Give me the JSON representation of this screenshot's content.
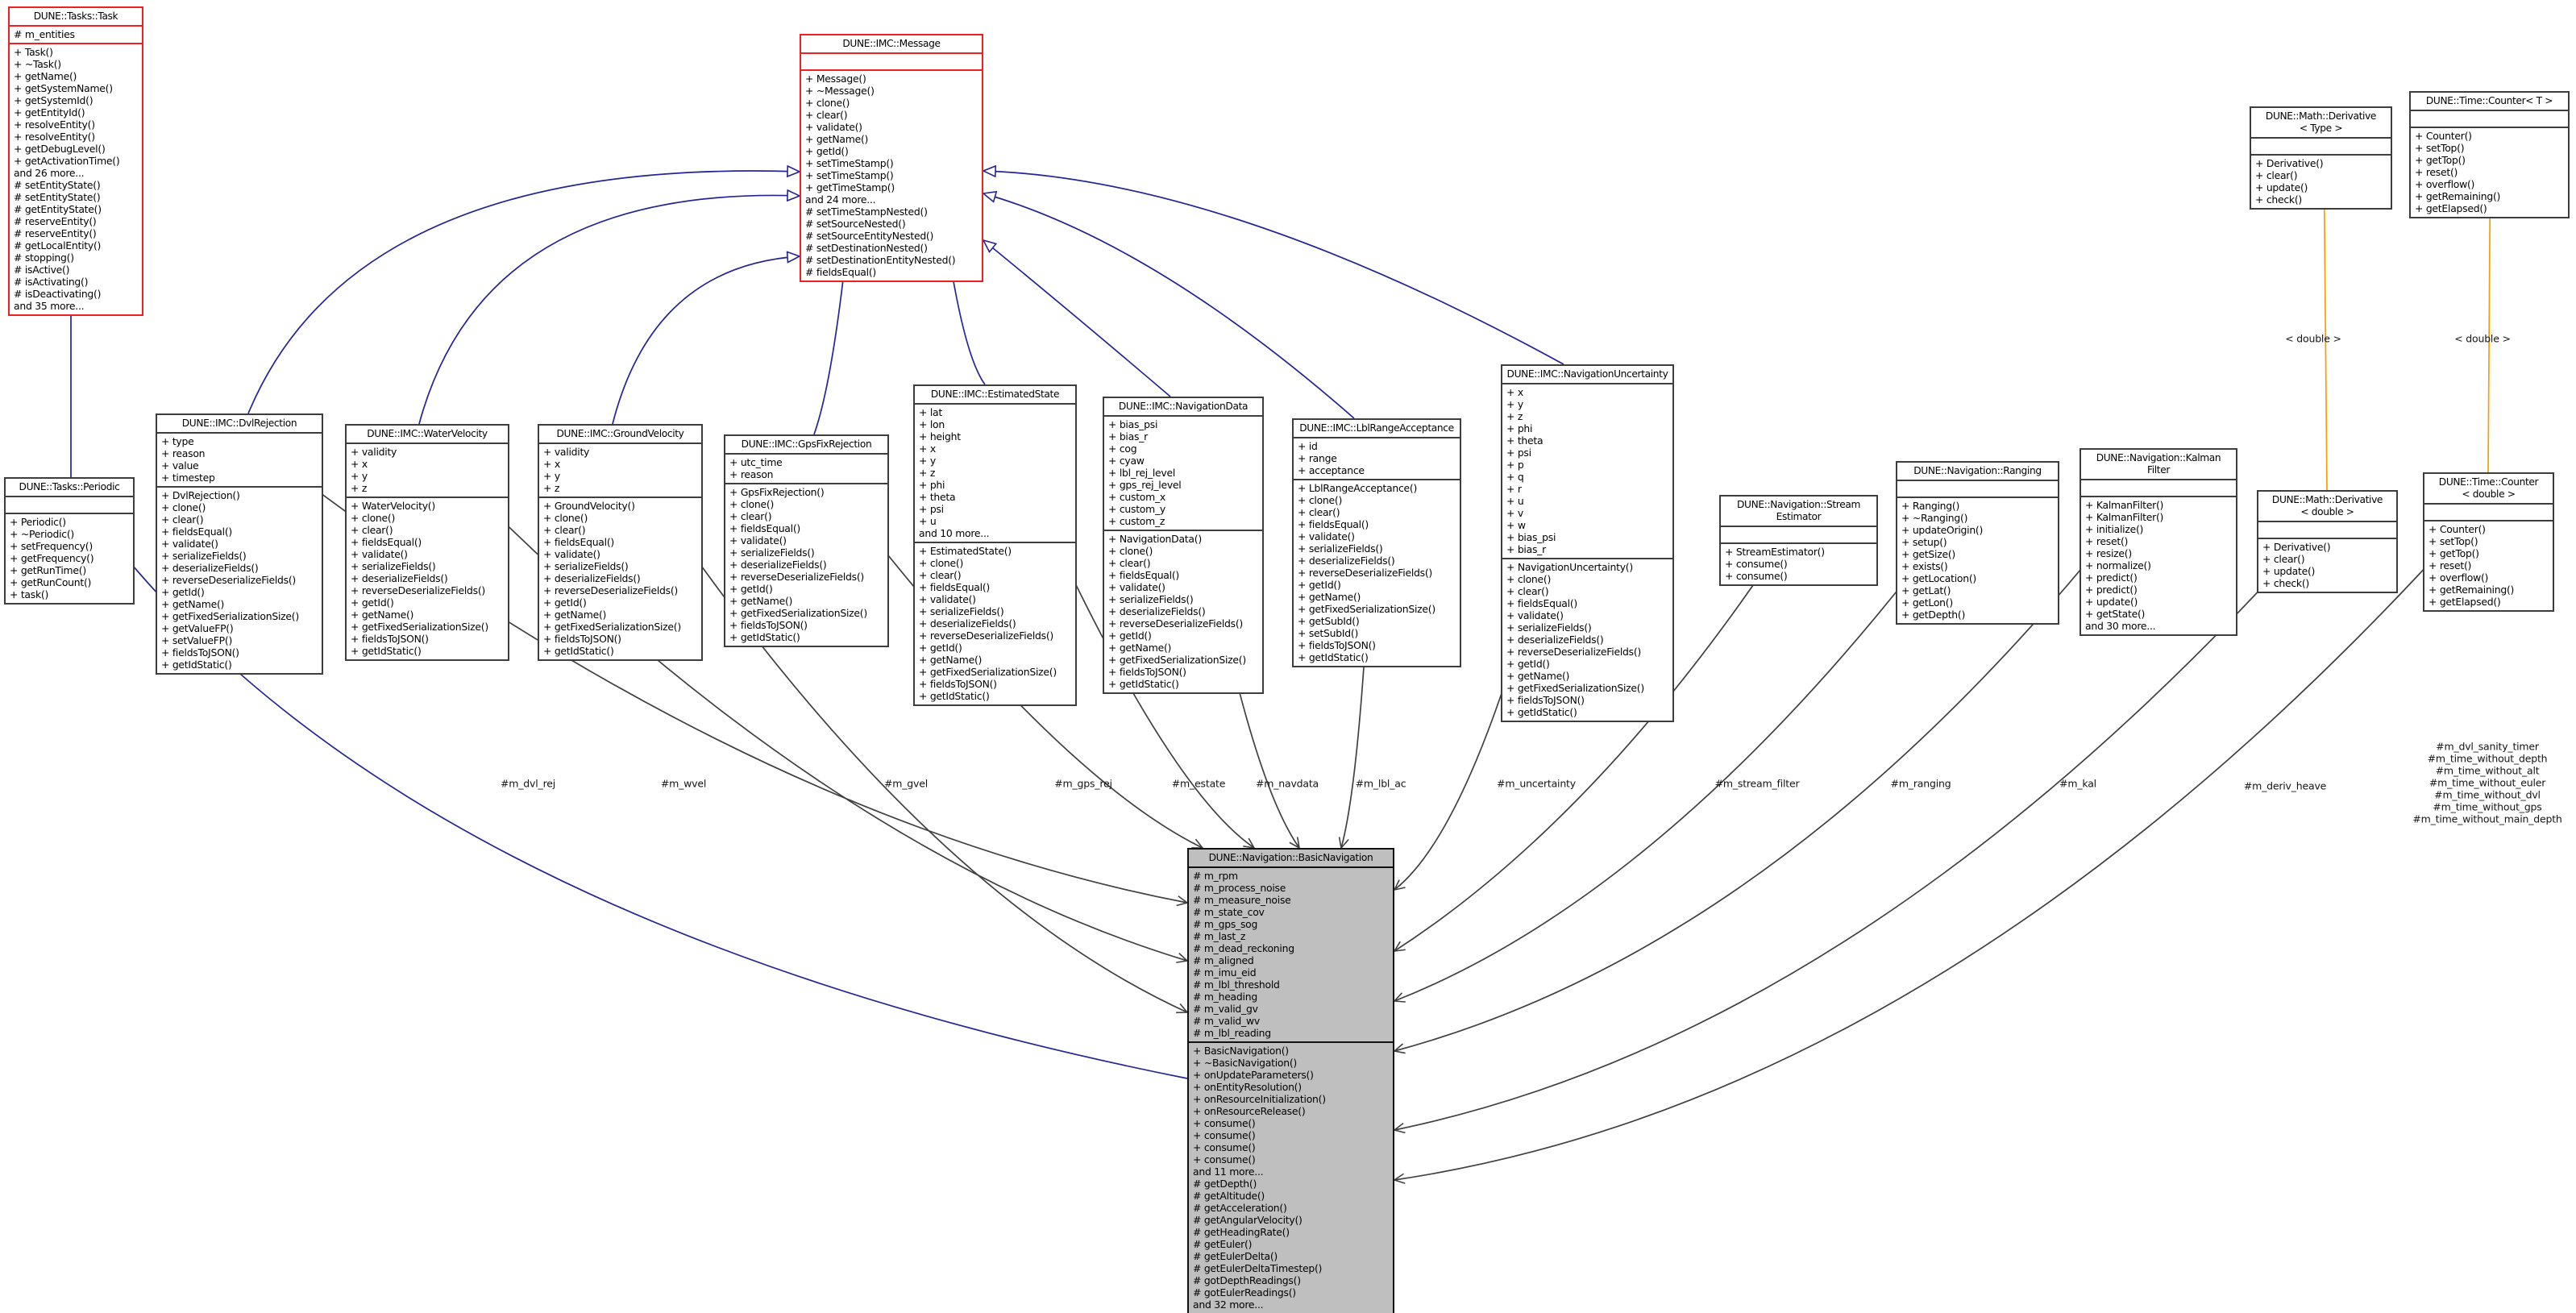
{
  "diagram": {
    "title": "DUNE::Navigation::BasicNavigation collaboration diagram",
    "colors": {
      "inheritance": "#242496",
      "usage": "#404040",
      "template": "#f5a000",
      "truncated_border": "#ee2020",
      "node_border": "#3d3d3d",
      "main_fill": "#bfbfbf",
      "main_border": "#111111"
    }
  },
  "classes": [
    {
      "id": "task",
      "variant": "red",
      "title_lines": [
        "DUNE::Tasks::Task"
      ],
      "attrs": [
        "# m_entities"
      ],
      "methods": [
        "+ Task()",
        "+ ~Task()",
        "+ getName()",
        "+ getSystemName()",
        "+ getSystemId()",
        "+ getEntityId()",
        "+ resolveEntity()",
        "+ resolveEntity()",
        "+ getDebugLevel()",
        "+ getActivationTime()",
        "and 26 more...",
        "# setEntityState()",
        "# setEntityState()",
        "# getEntityState()",
        "# reserveEntity()",
        "# reserveEntity()",
        "# getLocalEntity()",
        "# stopping()",
        "# isActive()",
        "# isActivating()",
        "# isDeactivating()",
        "and 35 more..."
      ]
    },
    {
      "id": "periodic",
      "variant": "normal",
      "title_lines": [
        "DUNE::Tasks::Periodic"
      ],
      "attrs": [],
      "methods": [
        "+ Periodic()",
        "+ ~Periodic()",
        "+ setFrequency()",
        "+ getFrequency()",
        "+ getRunTime()",
        "+ getRunCount()",
        "+ task()"
      ]
    },
    {
      "id": "message",
      "variant": "red",
      "title_lines": [
        "DUNE::IMC::Message"
      ],
      "attrs": [],
      "methods": [
        "+ Message()",
        "+ ~Message()",
        "+ clone()",
        "+ clear()",
        "+ validate()",
        "+ getName()",
        "+ getId()",
        "+ setTimeStamp()",
        "+ setTimeStamp()",
        "+ getTimeStamp()",
        "and 24 more...",
        "# setTimeStampNested()",
        "# setSourceNested()",
        "# setSourceEntityNested()",
        "# setDestinationNested()",
        "# setDestinationEntityNested()",
        "# fieldsEqual()"
      ]
    },
    {
      "id": "dvl_rejection",
      "variant": "normal",
      "title_lines": [
        "DUNE::IMC::DvlRejection"
      ],
      "attrs": [
        "+ type",
        "+ reason",
        "+ value",
        "+ timestep"
      ],
      "methods": [
        "+ DvlRejection()",
        "+ clone()",
        "+ clear()",
        "+ fieldsEqual()",
        "+ validate()",
        "+ serializeFields()",
        "+ deserializeFields()",
        "+ reverseDeserializeFields()",
        "+ getId()",
        "+ getName()",
        "+ getFixedSerializationSize()",
        "+ getValueFP()",
        "+ setValueFP()",
        "+ fieldsToJSON()",
        "+ getIdStatic()"
      ]
    },
    {
      "id": "water_velocity",
      "variant": "normal",
      "title_lines": [
        "DUNE::IMC::WaterVelocity"
      ],
      "attrs": [
        "+ validity",
        "+ x",
        "+ y",
        "+ z"
      ],
      "methods": [
        "+ WaterVelocity()",
        "+ clone()",
        "+ clear()",
        "+ fieldsEqual()",
        "+ validate()",
        "+ serializeFields()",
        "+ deserializeFields()",
        "+ reverseDeserializeFields()",
        "+ getId()",
        "+ getName()",
        "+ getFixedSerializationSize()",
        "+ fieldsToJSON()",
        "+ getIdStatic()"
      ]
    },
    {
      "id": "ground_velocity",
      "variant": "normal",
      "title_lines": [
        "DUNE::IMC::GroundVelocity"
      ],
      "attrs": [
        "+ validity",
        "+ x",
        "+ y",
        "+ z"
      ],
      "methods": [
        "+ GroundVelocity()",
        "+ clone()",
        "+ clear()",
        "+ fieldsEqual()",
        "+ validate()",
        "+ serializeFields()",
        "+ deserializeFields()",
        "+ reverseDeserializeFields()",
        "+ getId()",
        "+ getName()",
        "+ getFixedSerializationSize()",
        "+ fieldsToJSON()",
        "+ getIdStatic()"
      ]
    },
    {
      "id": "gps_fix_rejection",
      "variant": "normal",
      "title_lines": [
        "DUNE::IMC::GpsFixRejection"
      ],
      "attrs": [
        "+ utc_time",
        "+ reason"
      ],
      "methods": [
        "+ GpsFixRejection()",
        "+ clone()",
        "+ clear()",
        "+ fieldsEqual()",
        "+ validate()",
        "+ serializeFields()",
        "+ deserializeFields()",
        "+ reverseDeserializeFields()",
        "+ getId()",
        "+ getName()",
        "+ getFixedSerializationSize()",
        "+ fieldsToJSON()",
        "+ getIdStatic()"
      ]
    },
    {
      "id": "estimated_state",
      "variant": "normal",
      "title_lines": [
        "DUNE::IMC::EstimatedState"
      ],
      "attrs": [
        "+ lat",
        "+ lon",
        "+ height",
        "+ x",
        "+ y",
        "+ z",
        "+ phi",
        "+ theta",
        "+ psi",
        "+ u",
        "and 10 more..."
      ],
      "methods": [
        "+ EstimatedState()",
        "+ clone()",
        "+ clear()",
        "+ fieldsEqual()",
        "+ validate()",
        "+ serializeFields()",
        "+ deserializeFields()",
        "+ reverseDeserializeFields()",
        "+ getId()",
        "+ getName()",
        "+ getFixedSerializationSize()",
        "+ fieldsToJSON()",
        "+ getIdStatic()"
      ]
    },
    {
      "id": "navigation_data",
      "variant": "normal",
      "title_lines": [
        "DUNE::IMC::NavigationData"
      ],
      "attrs": [
        "+ bias_psi",
        "+ bias_r",
        "+ cog",
        "+ cyaw",
        "+ lbl_rej_level",
        "+ gps_rej_level",
        "+ custom_x",
        "+ custom_y",
        "+ custom_z"
      ],
      "methods": [
        "+ NavigationData()",
        "+ clone()",
        "+ clear()",
        "+ fieldsEqual()",
        "+ validate()",
        "+ serializeFields()",
        "+ deserializeFields()",
        "+ reverseDeserializeFields()",
        "+ getId()",
        "+ getName()",
        "+ getFixedSerializationSize()",
        "+ fieldsToJSON()",
        "+ getIdStatic()"
      ]
    },
    {
      "id": "lbl_range_acceptance",
      "variant": "normal",
      "title_lines": [
        "DUNE::IMC::LblRangeAcceptance"
      ],
      "attrs": [
        "+ id",
        "+ range",
        "+ acceptance"
      ],
      "methods": [
        "+ LblRangeAcceptance()",
        "+ clone()",
        "+ clear()",
        "+ fieldsEqual()",
        "+ validate()",
        "+ serializeFields()",
        "+ deserializeFields()",
        "+ reverseDeserializeFields()",
        "+ getId()",
        "+ getName()",
        "+ getFixedSerializationSize()",
        "+ getSubId()",
        "+ setSubId()",
        "+ fieldsToJSON()",
        "+ getIdStatic()"
      ]
    },
    {
      "id": "navigation_uncertainty",
      "variant": "normal",
      "title_lines": [
        "DUNE::IMC::NavigationUncertainty"
      ],
      "attrs": [
        "+ x",
        "+ y",
        "+ z",
        "+ phi",
        "+ theta",
        "+ psi",
        "+ p",
        "+ q",
        "+ r",
        "+ u",
        "+ v",
        "+ w",
        "+ bias_psi",
        "+ bias_r"
      ],
      "methods": [
        "+ NavigationUncertainty()",
        "+ clone()",
        "+ clear()",
        "+ fieldsEqual()",
        "+ validate()",
        "+ serializeFields()",
        "+ deserializeFields()",
        "+ reverseDeserializeFields()",
        "+ getId()",
        "+ getName()",
        "+ getFixedSerializationSize()",
        "+ fieldsToJSON()",
        "+ getIdStatic()"
      ]
    },
    {
      "id": "stream_estimator",
      "variant": "normal",
      "title_lines": [
        "DUNE::Navigation::Stream",
        "Estimator"
      ],
      "attrs": [],
      "methods": [
        "+ StreamEstimator()",
        "+ consume()",
        "+ consume()"
      ]
    },
    {
      "id": "ranging",
      "variant": "normal",
      "title_lines": [
        "DUNE::Navigation::Ranging"
      ],
      "attrs": [],
      "methods": [
        "+ Ranging()",
        "+ ~Ranging()",
        "+ updateOrigin()",
        "+ setup()",
        "+ getSize()",
        "+ exists()",
        "+ getLocation()",
        "+ getLat()",
        "+ getLon()",
        "+ getDepth()"
      ]
    },
    {
      "id": "kalman_filter",
      "variant": "normal",
      "title_lines": [
        "DUNE::Navigation::Kalman",
        "Filter"
      ],
      "attrs": [],
      "methods": [
        "+ KalmanFilter()",
        "+ KalmanFilter()",
        "+ initialize()",
        "+ reset()",
        "+ resize()",
        "+ normalize()",
        "+ predict()",
        "+ predict()",
        "+ update()",
        "+ getState()",
        "and 30 more..."
      ]
    },
    {
      "id": "derivative_type",
      "variant": "normal",
      "title_lines": [
        "DUNE::Math::Derivative",
        "< Type >"
      ],
      "attrs": [],
      "methods": [
        "+ Derivative()",
        "+ clear()",
        "+ update()",
        "+ check()"
      ]
    },
    {
      "id": "counter_t",
      "variant": "normal",
      "title_lines": [
        "DUNE::Time::Counter< T >"
      ],
      "attrs": [],
      "methods": [
        "+ Counter()",
        "+ setTop()",
        "+ getTop()",
        "+ reset()",
        "+ overflow()",
        "+ getRemaining()",
        "+ getElapsed()"
      ]
    },
    {
      "id": "derivative_double",
      "variant": "normal",
      "title_lines": [
        "DUNE::Math::Derivative",
        "< double >"
      ],
      "attrs": [],
      "methods": [
        "+ Derivative()",
        "+ clear()",
        "+ update()",
        "+ check()"
      ]
    },
    {
      "id": "counter_double",
      "variant": "normal",
      "title_lines": [
        "DUNE::Time::Counter",
        "< double >"
      ],
      "attrs": [],
      "methods": [
        "+ Counter()",
        "+ setTop()",
        "+ getTop()",
        "+ reset()",
        "+ overflow()",
        "+ getRemaining()",
        "+ getElapsed()"
      ]
    },
    {
      "id": "basic_navigation",
      "variant": "main",
      "title_lines": [
        "DUNE::Navigation::BasicNavigation"
      ],
      "attrs": [
        "# m_rpm",
        "# m_process_noise",
        "# m_measure_noise",
        "# m_state_cov",
        "# m_gps_sog",
        "# m_last_z",
        "# m_dead_reckoning",
        "# m_aligned",
        "# m_imu_eid",
        "# m_lbl_threshold",
        "# m_heading",
        "# m_valid_gv",
        "# m_valid_wv",
        "# m_lbl_reading"
      ],
      "methods": [
        "+ BasicNavigation()",
        "+ ~BasicNavigation()",
        "+ onUpdateParameters()",
        "+ onEntityResolution()",
        "+ onResourceInitialization()",
        "+ onResourceRelease()",
        "+ consume()",
        "+ consume()",
        "+ consume()",
        "+ consume()",
        "and 11 more...",
        "# getDepth()",
        "# getAltitude()",
        "# getAcceleration()",
        "# getAngularVelocity()",
        "# getHeadingRate()",
        "# getEuler()",
        "# getEulerDelta()",
        "# getEulerDeltaTimestep()",
        "# gotDepthReadings()",
        "# gotEulerReadings()",
        "and 32 more..."
      ]
    }
  ],
  "edges": [
    {
      "id": "periodic_to_task",
      "kind": "inheritance",
      "labels": []
    },
    {
      "id": "basicnav_to_periodic",
      "kind": "inheritance",
      "labels": []
    },
    {
      "id": "dvl_to_message",
      "kind": "inheritance",
      "labels": []
    },
    {
      "id": "wvel_to_message",
      "kind": "inheritance",
      "labels": []
    },
    {
      "id": "gvel_to_message",
      "kind": "inheritance",
      "labels": []
    },
    {
      "id": "gps_to_message",
      "kind": "inheritance",
      "labels": []
    },
    {
      "id": "estate_to_message",
      "kind": "inheritance",
      "labels": []
    },
    {
      "id": "navdata_to_message",
      "kind": "inheritance",
      "labels": []
    },
    {
      "id": "lblac_to_message",
      "kind": "inheritance",
      "labels": []
    },
    {
      "id": "uncertainty_to_message",
      "kind": "inheritance",
      "labels": []
    },
    {
      "id": "derivative_template",
      "kind": "template",
      "labels": [
        "< double >"
      ]
    },
    {
      "id": "counter_template",
      "kind": "template",
      "labels": [
        "< double >"
      ]
    },
    {
      "id": "usage_dvl",
      "kind": "usage",
      "labels": [
        "#m_dvl_rej"
      ]
    },
    {
      "id": "usage_wvel",
      "kind": "usage",
      "labels": [
        "#m_wvel"
      ]
    },
    {
      "id": "usage_gvel",
      "kind": "usage",
      "labels": [
        "#m_gvel"
      ]
    },
    {
      "id": "usage_gps",
      "kind": "usage",
      "labels": [
        "#m_gps_rej"
      ]
    },
    {
      "id": "usage_estate",
      "kind": "usage",
      "labels": [
        "#m_estate"
      ]
    },
    {
      "id": "usage_navdata",
      "kind": "usage",
      "labels": [
        "#m_navdata"
      ]
    },
    {
      "id": "usage_lblac",
      "kind": "usage",
      "labels": [
        "#m_lbl_ac"
      ]
    },
    {
      "id": "usage_uncertainty",
      "kind": "usage",
      "labels": [
        "#m_uncertainty"
      ]
    },
    {
      "id": "usage_stream",
      "kind": "usage",
      "labels": [
        "#m_stream_filter"
      ]
    },
    {
      "id": "usage_ranging",
      "kind": "usage",
      "labels": [
        "#m_ranging"
      ]
    },
    {
      "id": "usage_kal",
      "kind": "usage",
      "labels": [
        "#m_kal"
      ]
    },
    {
      "id": "usage_deriv_heave",
      "kind": "usage",
      "labels": [
        "#m_deriv_heave"
      ]
    },
    {
      "id": "usage_timers",
      "kind": "usage",
      "labels": [
        "#m_dvl_sanity_timer",
        "#m_time_without_depth",
        "#m_time_without_alt",
        "#m_time_without_euler",
        "#m_time_without_dvl",
        "#m_time_without_gps",
        "#m_time_without_main_depth"
      ]
    }
  ]
}
